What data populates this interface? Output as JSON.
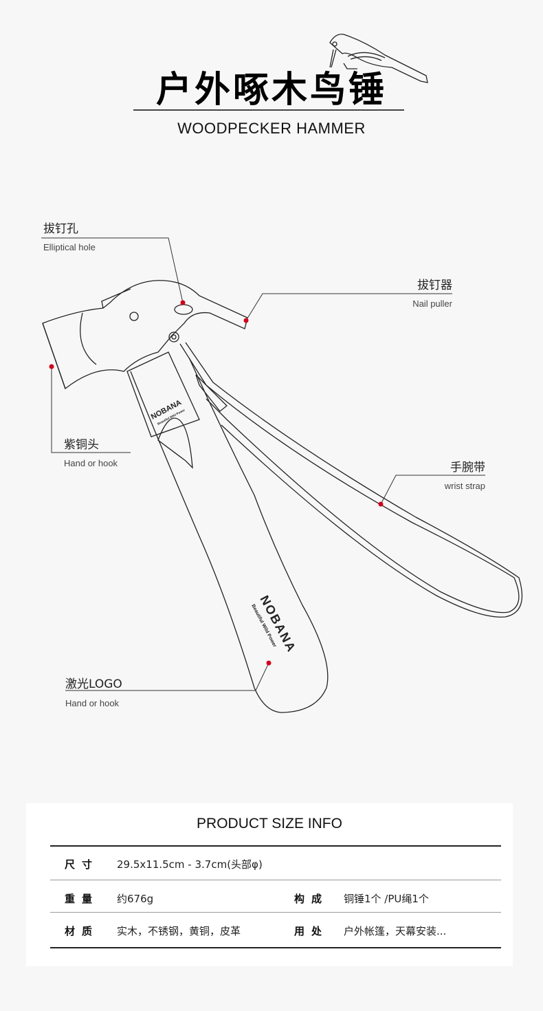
{
  "header": {
    "title": "户外啄木鸟锤",
    "subtitle": "WOODPECKER HAMMER"
  },
  "logo": {
    "brand": "NOBANA",
    "tagline": "Beautiful Wild Power"
  },
  "callouts": [
    {
      "cn": "拔钉孔",
      "en": "Elliptical hole"
    },
    {
      "cn": "拔钉器",
      "en": "Nail puller"
    },
    {
      "cn": "紫铜头",
      "en": "Hand or hook"
    },
    {
      "cn": "手腕带",
      "en": "wrist strap"
    },
    {
      "cn": "激光LOGO",
      "en": "Hand or hook"
    }
  ],
  "accent_color": "#d0021b",
  "specs": {
    "title": "PRODUCT  SIZE INFO",
    "rows": [
      [
        {
          "key": "尺寸",
          "value": "29.5x11.5cm - 3.7cm(头部φ)"
        }
      ],
      [
        {
          "key": "重量",
          "value": "约676g"
        },
        {
          "key": "构成",
          "value": "铜锤1个 /PU绳1个"
        }
      ],
      [
        {
          "key": "材质",
          "value": "实木，不锈钢，黄铜，皮革"
        },
        {
          "key": "用处",
          "value": "户外帐篷，天幕安装..."
        }
      ]
    ]
  }
}
